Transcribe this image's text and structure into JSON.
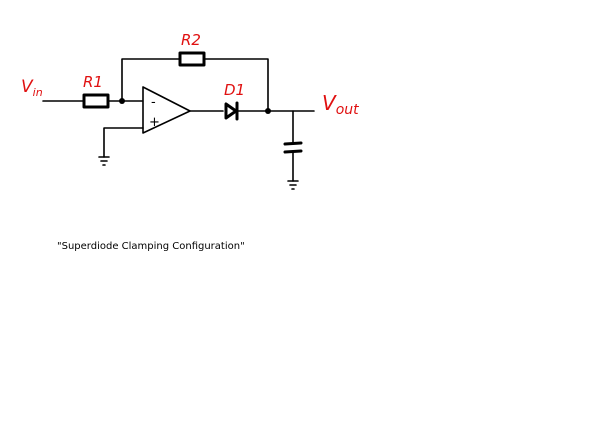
{
  "diagram": {
    "labels": {
      "vin": "V",
      "vin_sub": "in",
      "r1": "R1",
      "r2": "R2",
      "d1": "D1",
      "vout": "V",
      "vout_sub": "out"
    },
    "opamp": {
      "inverting_sign": "-",
      "noninverting_sign": "+"
    },
    "caption": "\"Superdiode Clamping Configuration\"",
    "label_color": "#e01010",
    "wire_color": "#000000"
  }
}
